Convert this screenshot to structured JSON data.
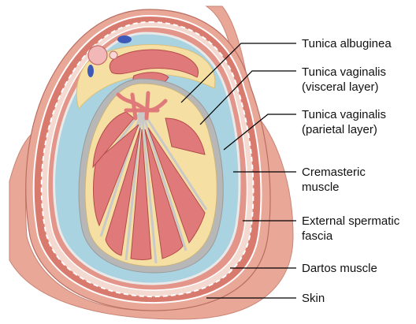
{
  "labels": [
    {
      "lines": [
        "Tunica albuginea"
      ]
    },
    {
      "lines": [
        "Tunica vaginalis",
        "(visceral layer)"
      ]
    },
    {
      "lines": [
        "Tunica vaginalis",
        "(parietal layer)"
      ]
    },
    {
      "lines": [
        "Cremasteric",
        "muscle"
      ]
    },
    {
      "lines": [
        "External spermatic",
        "fascia"
      ]
    },
    {
      "lines": [
        "Dartos muscle"
      ]
    },
    {
      "lines": [
        "Skin"
      ]
    }
  ],
  "colors": {
    "skin": "#e9a797",
    "dartos": "#d97a6e",
    "fascia_band": "#f4d9d0",
    "vaginalis_cavity": "#a9d3e0",
    "albuginea": "#b7b7b7",
    "parenchyma": "#f6dfa3",
    "tubules": "#e07a7a",
    "tubule_detail": "#b34b4b",
    "vein": "#3e59b8",
    "leader_line": "#000000"
  }
}
